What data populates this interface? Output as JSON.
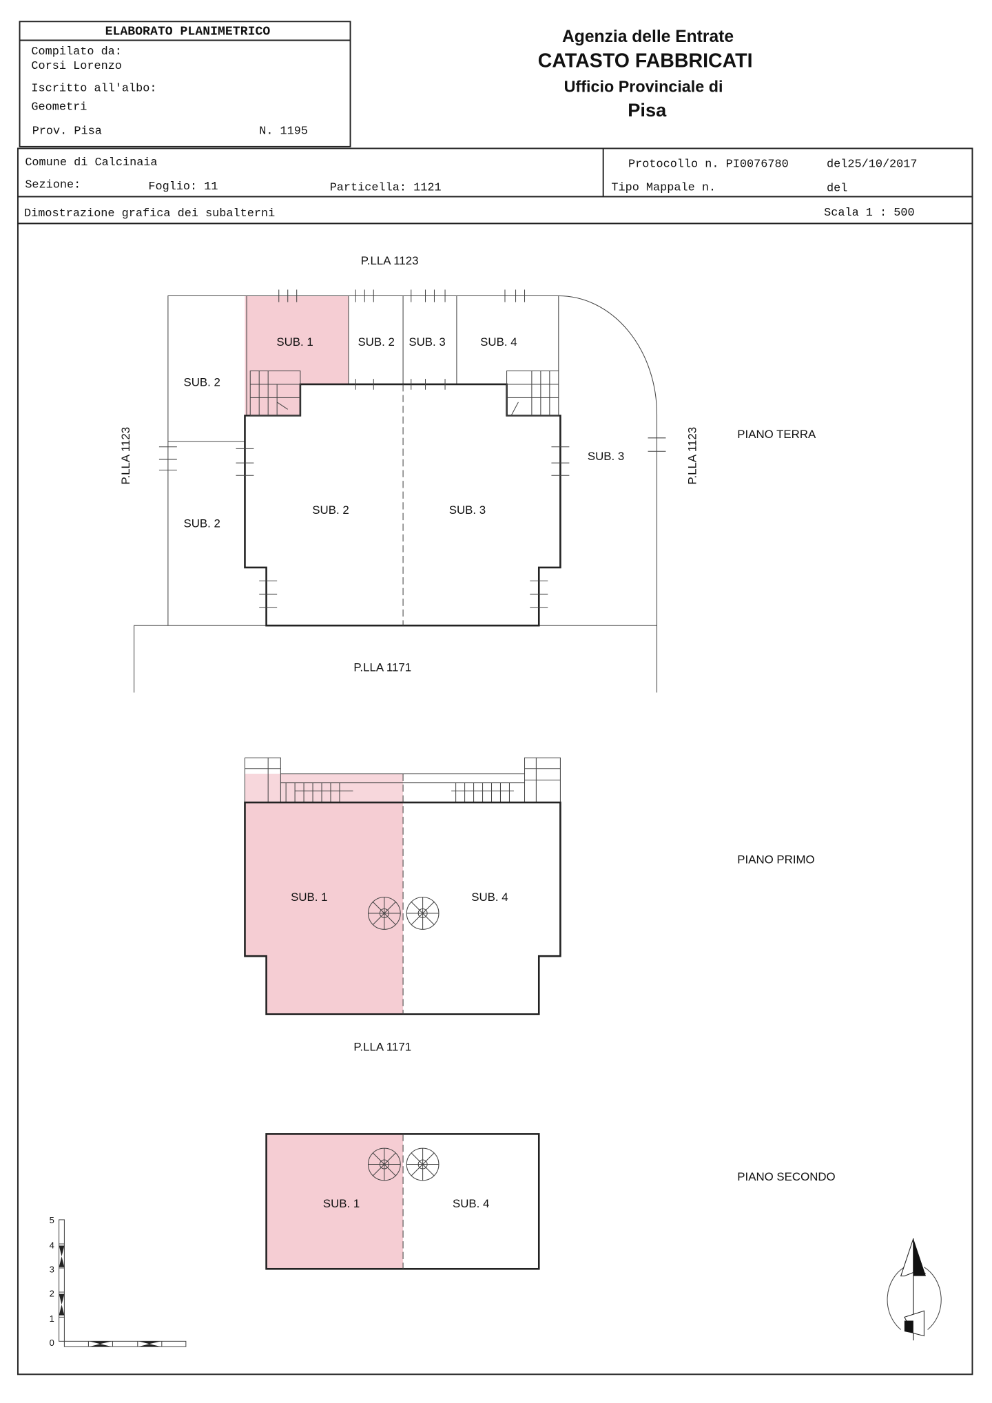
{
  "header": {
    "title": "ELABORATO PLANIMETRICO",
    "compiled_by_label": "Compilato da:",
    "compiled_by": "Corsi Lorenzo",
    "registered_label": "Iscritto all'albo:",
    "registered": "Geometri",
    "province": "Prov. Pisa",
    "number": "N. 1195",
    "agency": "Agenzia delle Entrate",
    "registry": "CATASTO FABBRICATI",
    "office": "Ufficio Provinciale di",
    "city": "Pisa"
  },
  "info": {
    "comune": "Comune di Calcinaia",
    "sezione": "Sezione:",
    "foglio": "Foglio: 11",
    "particella": "Particella: 1121",
    "protocollo": "Protocollo n. PI0076780",
    "protocollo_date": "del25/10/2017",
    "tipo_mappale": "Tipo Mappale n.",
    "tipo_del": "del",
    "description": "Dimostrazione grafica dei subalterni",
    "scale": "Scala 1 : 500"
  },
  "colors": {
    "highlight": "#f5cdd3"
  },
  "plans": {
    "ground": {
      "floor_label": "PIANO TERRA",
      "neighbor_top": "P.LLA 1123",
      "neighbor_left": "P.LLA 1123",
      "neighbor_right": "P.LLA 1123",
      "neighbor_bottom": "P.LLA 1171",
      "labels": [
        "SUB. 1",
        "SUB. 2",
        "SUB. 3",
        "SUB. 4",
        "SUB. 2",
        "SUB. 2",
        "SUB. 2",
        "SUB. 3",
        "SUB. 3"
      ]
    },
    "first": {
      "floor_label": "PIANO PRIMO",
      "neighbor_bottom": "P.LLA 1171",
      "labels": [
        "SUB. 1",
        "SUB. 4"
      ]
    },
    "second": {
      "floor_label": "PIANO SECONDO",
      "labels": [
        "SUB. 1",
        "SUB. 4"
      ]
    }
  },
  "scale_bar": {
    "ticks": [
      "0",
      "1",
      "2",
      "3",
      "4",
      "5"
    ]
  },
  "compass": {
    "icon": "north-arrow-icon"
  }
}
